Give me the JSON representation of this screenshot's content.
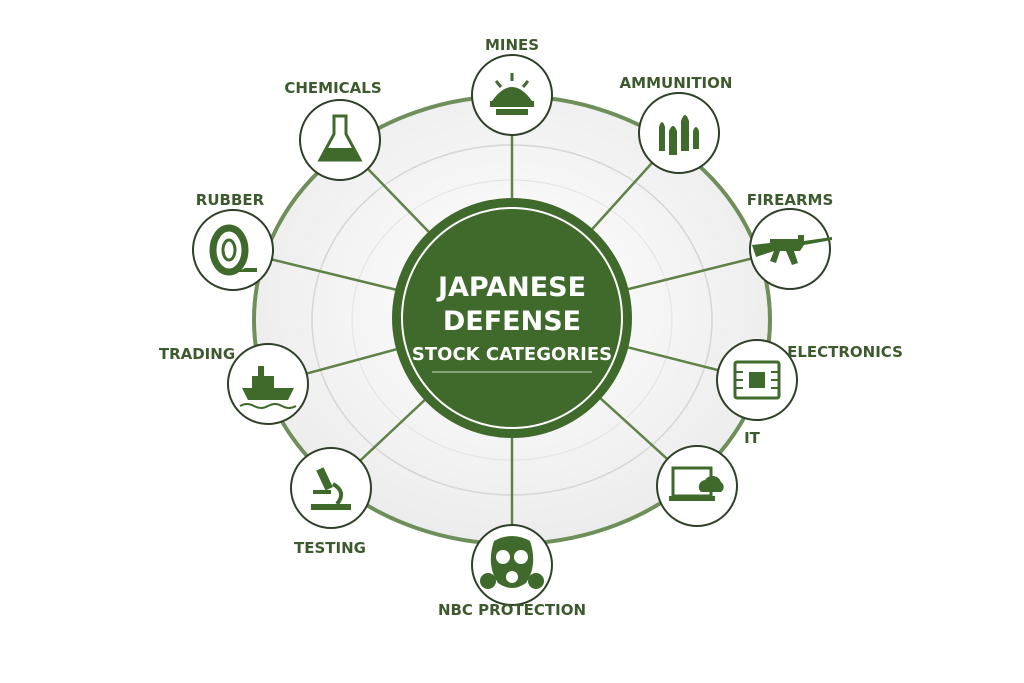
{
  "title": {
    "line1": "JAPANESE",
    "line2": "DEFENSE",
    "line3": "STOCK CATEGORIES"
  },
  "colors": {
    "primary": "#3f6a2c",
    "ring": "#6e8f5a",
    "label": "#3d5a2e",
    "background": "#ffffff"
  },
  "categories": [
    {
      "label": "MINES",
      "icon": "mine-icon"
    },
    {
      "label": "AMMUNITION",
      "icon": "ammunition-icon"
    },
    {
      "label": "FIREARMS",
      "icon": "rifle-icon"
    },
    {
      "label": "ELECTRONICS",
      "icon": "circuit-board-icon"
    },
    {
      "label": "IT",
      "icon": "laptop-cloud-icon"
    },
    {
      "label": "NBC PROTECTION",
      "icon": "gas-mask-icon"
    },
    {
      "label": "TESTING",
      "icon": "microscope-icon"
    },
    {
      "label": "TRADING",
      "icon": "ship-icon"
    },
    {
      "label": "RUBBER",
      "icon": "tire-icon"
    },
    {
      "label": "CHEMICALS",
      "icon": "flask-icon"
    }
  ]
}
